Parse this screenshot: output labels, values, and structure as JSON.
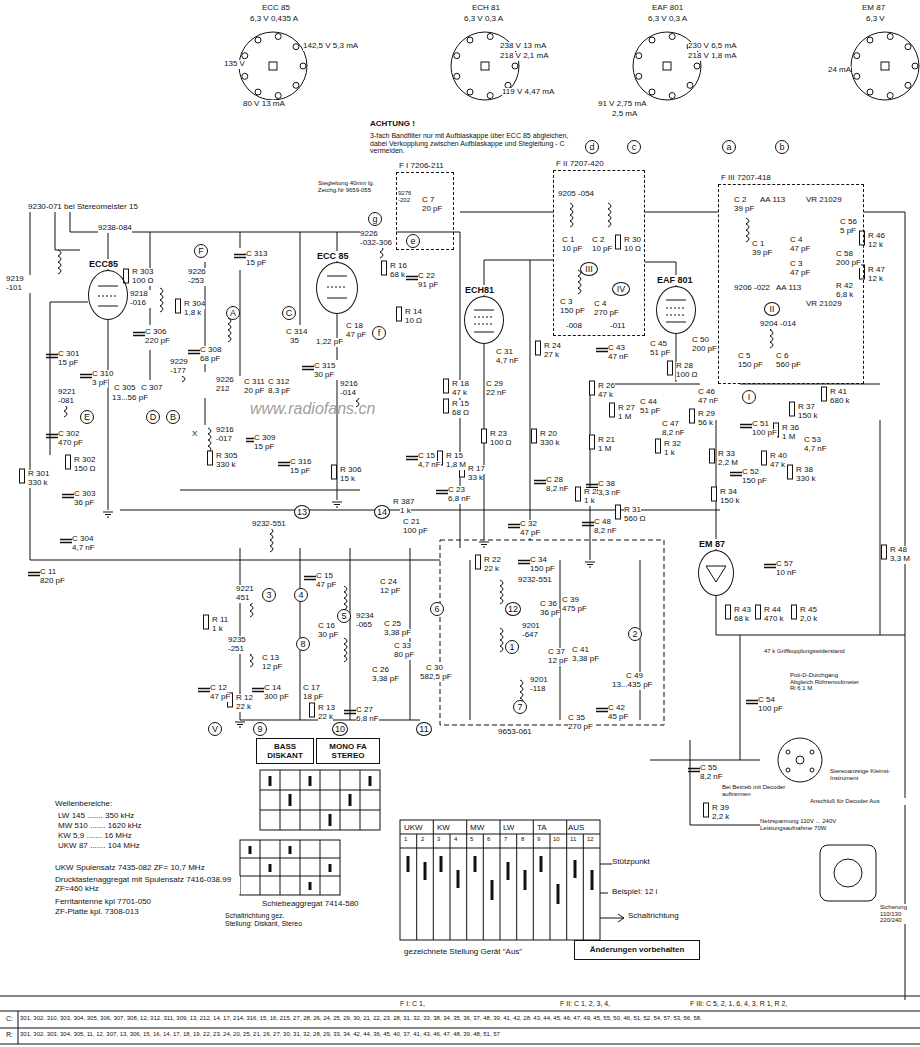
{
  "diagram": {
    "nodes": [
      {
        "text": [
          "F I  7206-211"
        ]
      },
      {
        "text": [
          "ECC85"
        ]
      },
      {
        "text": [
          "ECC 85"
        ]
      },
      {
        "text": [
          "F II  7207-420"
        ]
      },
      {
        "text": [
          "ECH81"
        ]
      },
      {
        "text": [
          "F III  7207-418"
        ]
      },
      {
        "text": [
          "EAF 801"
        ]
      },
      {
        "text": [
          "EM 87"
        ]
      },
      {
        "text": [
          "BASS DISKANT"
        ]
      },
      {
        "text": [
          "MONO FA STEREO"
        ]
      },
      {
        "text": [
          "Änderungen vorbehalten"
        ]
      },
      {
        "text": [
          "A"
        ]
      },
      {
        "text": [
          "B"
        ]
      },
      {
        "text": [
          "C"
        ]
      },
      {
        "text": [
          "D"
        ]
      },
      {
        "text": [
          "E"
        ]
      },
      {
        "text": [
          "F"
        ]
      },
      {
        "text": [
          "g"
        ]
      },
      {
        "text": [
          "e"
        ],
        "in": 0
      },
      {
        "text": [
          "f"
        ]
      },
      {
        "text": [
          "d"
        ]
      },
      {
        "text": [
          "c"
        ]
      },
      {
        "text": [
          "III"
        ],
        "in": 3
      },
      {
        "text": [
          "IV"
        ],
        "in": 3
      },
      {
        "text": [
          "a"
        ]
      },
      {
        "text": [
          "b"
        ]
      },
      {
        "text": [
          "II"
        ],
        "in": 5
      },
      {
        "text": [
          "I"
        ]
      },
      {
        "text": [
          "V"
        ]
      },
      {
        "text": [
          "1"
        ]
      },
      {
        "text": [
          "2"
        ]
      },
      {
        "text": [
          "3"
        ]
      },
      {
        "text": [
          "4"
        ]
      },
      {
        "text": [
          "5"
        ]
      },
      {
        "text": [
          "6"
        ]
      },
      {
        "text": [
          "7"
        ]
      },
      {
        "text": [
          "8"
        ]
      },
      {
        "text": [
          "9"
        ]
      },
      {
        "text": [
          "10"
        ]
      },
      {
        "text": [
          "11"
        ]
      },
      {
        "text": [
          "12"
        ]
      },
      {
        "text": [
          "13"
        ]
      },
      {
        "text": [
          "14"
        ]
      }
    ],
    "labels": [
      "ECC 85",
      "6,3 V   0,435 A",
      "142,5 V   5,3 mA",
      "135 V",
      "80 V   13 mA",
      "ECH 81",
      "6,3 V   0,3 A",
      "238 V   13 mA",
      "218 V   2,1 mA",
      "119 V   4,47 mA",
      "EAF 801",
      "6,3 V   0,3 A",
      "230 V   6,5 mA",
      "218 V   1,8 mA",
      "91 V   2,75 mA",
      "2,5 mA",
      "EM 87",
      "6,3 V",
      "24 mA",
      "ACHTUNG !",
      "3-fach Bandfilter nur mit Aufblaskappe über ECC 85 abgleichen, dabei Verkopplung zwischen Aufblaskappe und Stegleitung - C vermeiden.",
      "Stegleitung 40mm lg. Zeichg.Nr 9659-055",
      "9230-071 bei Stereomeister 15",
      "9238-084",
      "9219 -101",
      "R 303",
      "100 Ω",
      "9218 -016",
      "C 301",
      "15 pF",
      "C 310",
      "3 pF",
      "9221 -081",
      "C 302",
      "470 pF",
      "R 302",
      "150 Ω",
      "R 301",
      "330 k",
      "C 303",
      "36 pF",
      "C 304",
      "4,7 nF",
      "C 11",
      "820 pF",
      "C 306",
      "220 pF",
      "C 305",
      "C 307",
      "13...56 pF",
      "9226 -253",
      "R 304",
      "1,8 k",
      "9229 -177",
      "C 308",
      "68 pF",
      "9226 212",
      "C 311",
      "20 pF",
      "C 312",
      "8,3 pF",
      "C 313",
      "15 pF",
      "C 314",
      "35",
      "1,22 pF",
      "C 315",
      "30 pF",
      "9216 -014",
      "9216 -017",
      "X",
      "R 305",
      "330 k",
      "C 309",
      "15 pF",
      "C 316",
      "15 pF",
      "R 306",
      "15 k",
      "9226 -032-306",
      "C 18",
      "47 pF",
      "R 16",
      "68 k",
      "C 22",
      "91 pF",
      "C 7",
      "20 pF",
      "9276 -202",
      "R 14",
      "10 Ω",
      "C 31",
      "4,7 nF",
      "C 29",
      "22 nF",
      "R 24",
      "27 k",
      "R 18",
      "47 k",
      "R 15",
      "68 Ω",
      "C 15",
      "4,7 nF",
      "R 15",
      "1,8 M",
      "R 23",
      "100 Ω",
      "R 20",
      "330 k",
      "R 17",
      "33 k",
      "C 23",
      "6,8 nF",
      "C 28",
      "8,2 nF",
      "R 25",
      "1 k",
      "R 387",
      "1 k",
      "C 21",
      "100 pF",
      "C 32",
      "47 pF",
      "9205 -054",
      "C 1",
      "10 pF",
      "C 2",
      "10 pF",
      "C 3",
      "150 pF",
      "C 4",
      "270 pF",
      "-008",
      "-011",
      "R 30",
      "10 Ω",
      "C 45",
      "51 pF",
      "C 50",
      "200 pF",
      "C 43",
      "47 nF",
      "R 28",
      "100 Ω",
      "C 46",
      "47 nF",
      "R 26",
      "47 k",
      "R 27",
      "1 M",
      "C 44",
      "51 pF",
      "C 47",
      "8,2 nF",
      "R 29",
      "56 k",
      "R 21",
      "1 M",
      "C 38",
      "3,3 nF",
      "R 32",
      "1 k",
      "C 48",
      "8,2 nF",
      "R 31",
      "560 Ω",
      "R 33",
      "2,2 M",
      "C 52",
      "150 pF",
      "C 51",
      "100 pF",
      "R 34",
      "150 k",
      "R 37",
      "150 k",
      "R 36",
      "1 M",
      "C 53",
      "4,7 nF",
      "R 40",
      "47 k",
      "R 38",
      "330 k",
      "R 41",
      "680 k",
      "C 2",
      "39 pF",
      "AA 113",
      "VR 21029",
      "C 1",
      "39 pF",
      "C 4",
      "47 pF",
      "C 3",
      "47 pF",
      "9206 -022",
      "AA 113",
      "VR 21029",
      "9204 -014",
      "C 5",
      "150 pF",
      "C 6",
      "560 pF",
      "C 56",
      "5 pF",
      "C 58",
      "200 pF",
      "R 42",
      "6,8 k",
      "R 46",
      "12 k",
      "R 47",
      "12 k",
      "C 57",
      "10 nF",
      "R 43",
      "68 k",
      "R 44",
      "470 k",
      "R 45",
      "2,0 k",
      "R 48",
      "3,3 M",
      "C 54",
      "100 pF",
      "C 55",
      "8,2 nF",
      "R 39",
      "2,2 k",
      "47 k Griffkopplungswiderstand",
      "Poti-D-Durchgang Abgleich Röhrenvoltmeter Ri 6,1 M",
      "Bei Betrieb mit Decoder auftrennen",
      "Stereoanzeige Kleinst-Instrument",
      "Anschluß für Decoder Aus",
      "Netzspannung 110V ... 240V Leistungsaufnahme 70W",
      "Sicherung 110/130 220/240",
      "9232-551",
      "9221 451",
      "9235 -251",
      "C 15",
      "47 pF",
      "C 16",
      "30 pF",
      "9234 -065",
      "C 25",
      "3,38 pF",
      "C 24",
      "12 pF",
      "C 33",
      "80 pF",
      "C 26",
      "3,38 pF",
      "C 12",
      "47 pF",
      "R 11",
      "1 k",
      "R 12",
      "22 k",
      "C 14",
      "300 pF",
      "C 17",
      "18 pF",
      "R 13",
      "22 k",
      "C 27",
      "6,8 nF",
      "C 13",
      "12 pF",
      "C 30",
      "582,5 pF",
      "R 22",
      "22 k",
      "C 34",
      "150 pF",
      "9232-551",
      "C 36",
      "36 pF",
      "C 39",
      "475 pF",
      "9201 -647",
      "C 37",
      "12 pF",
      "C 41",
      "3,38 pF",
      "9201 -118",
      "C 42",
      "45 pF",
      "C 35",
      "270 pF",
      "C 49",
      "13...435 pF",
      "9653-061",
      "Wellenbereiche:",
      "LW   145 ....... 350 kHz",
      "MW   510 ....... 1620 kHz",
      "KW   5,9 ....... 16 MHz",
      "UKW   87 ....... 104 MHz",
      "UKW Spulensatz   7435-082   ZF= 10,7 MHz",
      "Drucktastenaggregat mit Spulensatz   7416-038.99   ZF=460 kHz",
      "Ferritantenne kpl   7701-050",
      "ZF-Platte kpl.   7308-013",
      "Schiebeaggregat 7414-580",
      "Schaltrichtung gez. Stellung: Diskant, Stereo",
      "UKW",
      "KW",
      "MW",
      "LW",
      "TA",
      "AUS",
      "1",
      "2",
      "3",
      "4",
      "5",
      "6",
      "7",
      "8",
      "9",
      "10",
      "11",
      "12",
      "Stützpunkt",
      "Beispiel: 12 i",
      "Schaltrichtung",
      "gezeichnete Stellung Gerät \"Aus\"",
      "www.radiofans.cn",
      "F I: C 1,",
      "F II: C 1, 2, 3, 4,",
      "F III: C 5, 2, 1, 6, 4, 3,   R 1, R 2,",
      "C:",
      "301, 302, 310, 303, 304, 305, 306, 307, 308,   12, 312, 311, 309, 13, 212, 14, 17, 214, 316, 15, 16, 215, 27, 28, 26, 24, 25, 29, 30,   21, 22, 23, 28, 31, 32, 33,   38,   34, 35, 36, 37,   48, 39, 41, 42, 28, 43, 44, 45, 46, 47, 49, 45, 55, 50, 46,   51, 52, 54,   57,   53,   56, 58,",
      "R:",
      "301, 302, 303, 304, 305, 11, 12, 307, 13,   306,   15, 16, 14, 17, 18, 19, 22, 23, 24, 20,   25,   21, 26, 27, 30, 31, 32, 28, 29,   33, 34,   42,   44, 36, 45, 40, 37, 41, 43,   46, 47, 48, 39, 48, 51, 57"
    ]
  }
}
